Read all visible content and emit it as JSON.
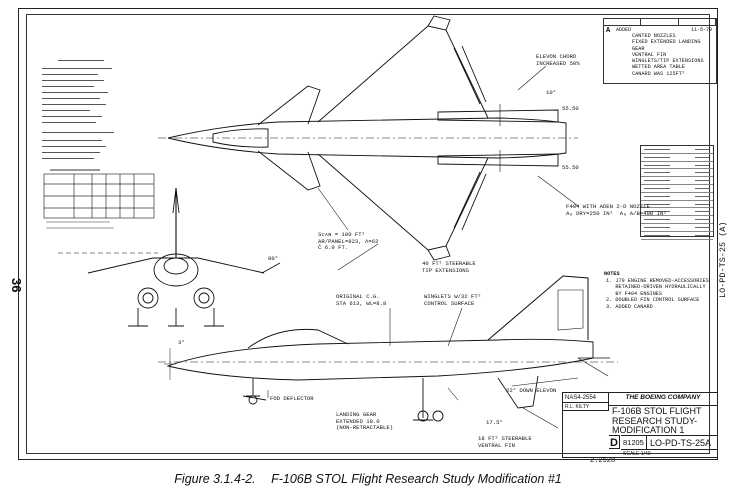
{
  "page_number": "36",
  "revision": {
    "letter": "A",
    "change": "ADDED",
    "date": "11-5-79",
    "items": [
      "CANTED NOZZLES",
      "FIXED EXTENDED LANDING GEAR",
      "VENTRAL FIN",
      "WINGLETS/TIP EXTENSIONS",
      "WETTED AREA TABLE",
      "CANARD WAS 125FT²"
    ]
  },
  "callouts": {
    "elevon_chord": "ELEVON CHORD\nINCREASED 50%",
    "fs_upper": "55.50",
    "fs_lower": "55.50",
    "angle_top": "10°",
    "f404": "F404 WITH ADEN 2-D NOZZLE\nA₈ DRY=250 IN²  A₈ A/B=400 IN²",
    "canard_area": "Sᴄᴀɴ = 100 FT²\nAR/PANEL=823, Λ=62\nĈ 6.9 FT.",
    "tip_ext": "40 FT² STEERABLE\nTIP EXTENSIONS",
    "front_angle": "80°",
    "cg": "ORIGINAL C.G.\nSTA 613, WL=8.8",
    "winglets": "WINGLETS W/32 FT²\nCONTROL SURFACE",
    "dim_3": "3°",
    "fod": "FOD DEFLECTOR",
    "landing_gear": "LANDING GEAR\nEXTENDED 18.0\n(NON-RETRACTABLE)",
    "elevon_down": "22° DOWN ELEVON",
    "angle_175": "17.5°",
    "ventral_fin": "18 FT² STEERABLE\nVENTRAL FIN"
  },
  "notes": {
    "title": "NOTES",
    "items": [
      "1. J79 ENGINE REMOVED-ACCESSORIES\n   RETAINED-DRIVEN HYDRAULICALLY\n   BY F404 ENGINES",
      "2. DOUBLED FIN CONTROL SURFACE",
      "3. ADDED CANARD"
    ]
  },
  "title_block": {
    "contract": "NAS4-2554",
    "company": "THE BOEING COMPANY",
    "signature": "R.L. KILTY",
    "title_lines": [
      "F-106B STOL FLIGHT",
      "RESEARCH STUDY-",
      "MODIFICATION 1"
    ],
    "size": "D",
    "code": "81205",
    "dwg_no": "LO-PD-TS-25A",
    "scale": "SCALE 1/40",
    "below": "2.2528"
  },
  "side_label": "LO-PD-TS-25 (A)",
  "caption": {
    "figure": "Figure 3.1.4-2.",
    "text": "F-106B STOL Flight Research Study Modification #1"
  }
}
